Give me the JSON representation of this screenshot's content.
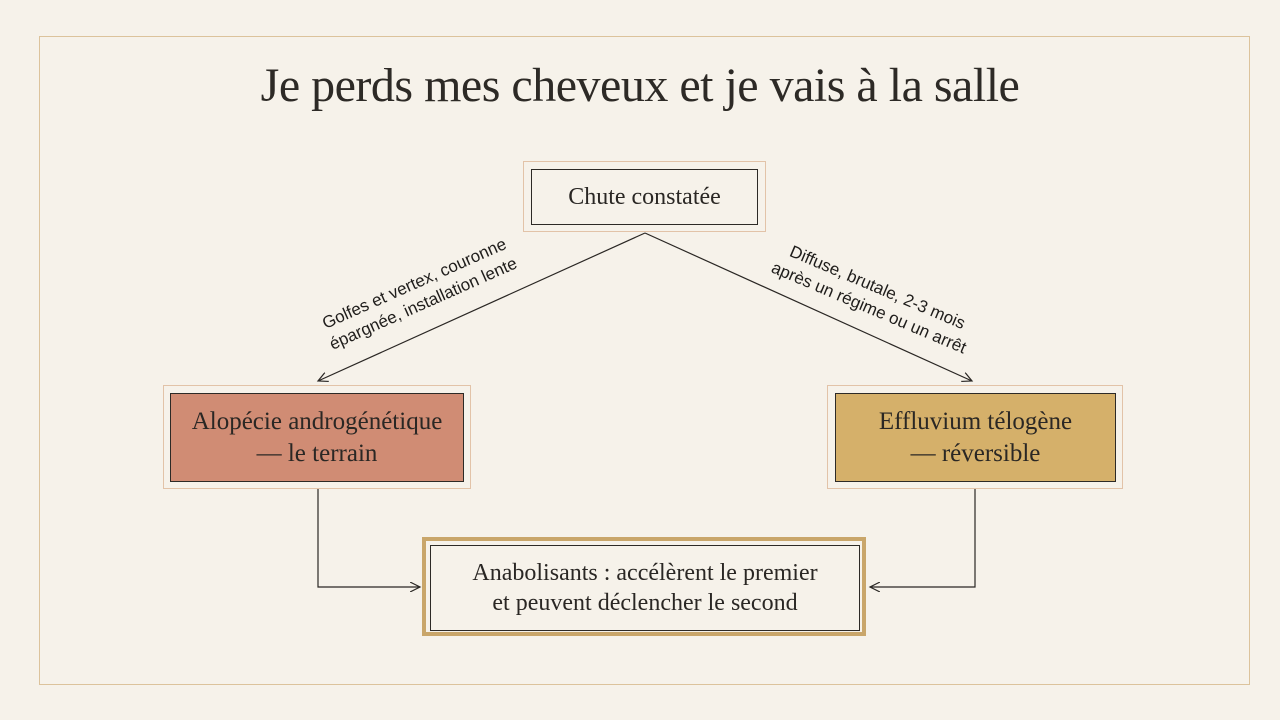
{
  "title": "Je perds mes cheveux et je vais à la salle",
  "nodes": {
    "root": "Chute constatée",
    "left_line1": "Alopécie androgénétique",
    "left_line2": "— le terrain",
    "right_line1": "Effluvium télogène",
    "right_line2": "— réversible",
    "bottom_line1": "Anabolisants : accélèrent le premier",
    "bottom_line2": "et peuvent déclencher le second"
  },
  "edges": {
    "left_line1": "Golfes et vertex, couronne",
    "left_line2": "épargnée, installation lente",
    "right_line1": "Diffuse, brutale, 2-3 mois",
    "right_line2": "après un régime ou un arrêt"
  },
  "colors": {
    "background": "#f6f2ea",
    "left_node": "#d08c74",
    "right_node": "#d5b06a",
    "frame": "#dcc39c",
    "bottom_border": "#c9a66a"
  }
}
